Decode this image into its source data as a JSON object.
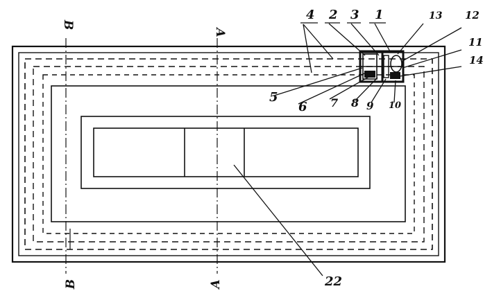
{
  "labels": {
    "l1": "1",
    "l2": "2",
    "l3": "3",
    "l4": "4",
    "l5": "5",
    "l6": "6",
    "l7": "7",
    "l8": "8",
    "l9": "9",
    "l10": "10",
    "l11": "11",
    "l12": "12",
    "l13": "13",
    "l14": "14",
    "l22": "22"
  },
  "section_marks": {
    "a_top": "A",
    "a_bottom": "A",
    "b_top": "B",
    "b_bottom": "B"
  },
  "colors": {
    "ink": "#111111",
    "paper": "#ffffff"
  }
}
